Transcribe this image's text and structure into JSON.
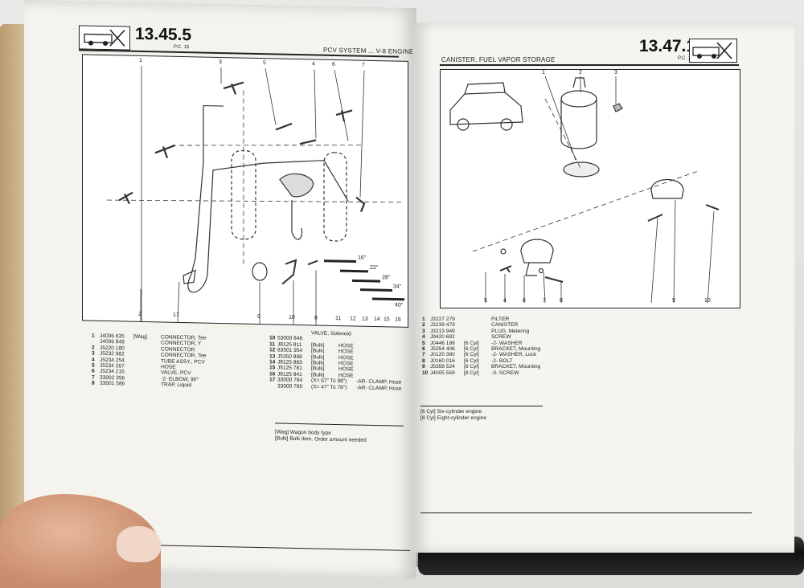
{
  "left_page": {
    "page_number": "13.45.5",
    "page_sub": "P.C. 15",
    "section_title": "PCV SYSTEM ... V-8 ENGINE",
    "callouts_top": [
      "1",
      "3",
      "5",
      "4",
      "6",
      "7"
    ],
    "callouts_bottom": [
      "2",
      "17",
      "9",
      "10",
      "8",
      "11",
      "12",
      "13",
      "14",
      "15",
      "16"
    ],
    "hose_lengths": [
      "16\"",
      "22\"",
      "28\"",
      "34\"",
      "40\""
    ],
    "parts_left": [
      {
        "num": "1",
        "part": "J4006 635",
        "note": "[Wag]",
        "desc": "CONNECTOR, Tee"
      },
      {
        "num": "",
        "part": "J4006 848",
        "note": "",
        "desc": "CONNECTOR, Y"
      },
      {
        "num": "2",
        "part": "J5220 180",
        "note": "",
        "desc": "CONNECTOR"
      },
      {
        "num": "3",
        "part": "J5232 982",
        "note": "",
        "desc": "CONNECTOR, Tee"
      },
      {
        "num": "4",
        "part": "J5234 254",
        "note": "",
        "desc": "TUBE ASSY., PCV"
      },
      {
        "num": "5",
        "part": "J5234 267",
        "note": "",
        "desc": "HOSE"
      },
      {
        "num": "6",
        "part": "J5234 216",
        "note": "",
        "desc": "VALVE, PCV"
      },
      {
        "num": "7",
        "part": "33002 356",
        "note": "",
        "desc": "-2- ELBOW, 90°"
      },
      {
        "num": "8",
        "part": "33001 586",
        "note": "",
        "desc": "TRAP, Liquid"
      }
    ],
    "parts_right_header": "VALVE, Solenoid",
    "parts_right": [
      {
        "num": "10",
        "part": "53000 848",
        "note": "",
        "desc": ""
      },
      {
        "num": "11",
        "part": "J8125 811",
        "note": "[Bulk]",
        "desc": "HOSE"
      },
      {
        "num": "12",
        "part": "83501 954",
        "note": "[Bulk]",
        "desc": "HOSE"
      },
      {
        "num": "13",
        "part": "J5350 898",
        "note": "[Bulk]",
        "desc": "HOSE"
      },
      {
        "num": "14",
        "part": "J8125 883",
        "note": "[Bulk]",
        "desc": "HOSE"
      },
      {
        "num": "15",
        "part": "J5125 781",
        "note": "[Bulk]",
        "desc": "HOSE"
      },
      {
        "num": "16",
        "part": "J8125 841",
        "note": "[Bulk]",
        "desc": "HOSE"
      },
      {
        "num": "17",
        "part": "33000 784",
        "note": "(X= 67\" To 98\")",
        "desc": "-AR- CLAMP, Hose"
      },
      {
        "num": "",
        "part": "33000 785",
        "note": "(X= 47\" To 78\")",
        "desc": "-AR- CLAMP, Hose"
      }
    ],
    "footnotes": [
      "[Wag] Wagon body type",
      "[Bulk] Bulk item.  Order amount needed"
    ]
  },
  "right_page": {
    "page_number": "13.47.1",
    "page_sub": "P.C. 15",
    "section_title": "CANISTER, FUEL VAPOR STORAGE",
    "callouts_top": [
      "1",
      "2",
      "3"
    ],
    "callouts_bottom": [
      "5",
      "4",
      "6",
      "7",
      "8",
      "9",
      "10"
    ],
    "parts": [
      {
        "num": "1",
        "part": "J3227 279",
        "note": "",
        "desc": "FILTER"
      },
      {
        "num": "2",
        "part": "J3239 479",
        "note": "",
        "desc": "CANISTER"
      },
      {
        "num": "3",
        "part": "J3213 949",
        "note": "",
        "desc": "PLUG, Metering"
      },
      {
        "num": "4",
        "part": "J9420 682",
        "note": "",
        "desc": "SCREW"
      },
      {
        "num": "5",
        "part": "J0446 188",
        "note": "[6 Cyl]",
        "desc": "-2- WASHER"
      },
      {
        "num": "6",
        "part": "J5354 406",
        "note": "[6 Cyl]",
        "desc": "BRACKET, Mounting"
      },
      {
        "num": "7",
        "part": "J0120 380",
        "note": "[6 Cyl]",
        "desc": "-2- WASHER, Lock"
      },
      {
        "num": "8",
        "part": "J0160 016",
        "note": "[6 Cyl]",
        "desc": "-2- BOLT"
      },
      {
        "num": "9",
        "part": "J5358 524",
        "note": "[8 Cyl]",
        "desc": "BRACKET, Mounting"
      },
      {
        "num": "10",
        "part": "J4005 559",
        "note": "[8 Cyl]",
        "desc": "-3- SCREW"
      }
    ],
    "footnotes": [
      "[6 Cyl] Six-cylinder engine",
      "[8 Cyl] Eight-cylinder engine"
    ]
  },
  "colors": {
    "paper": "#f4f3ee",
    "ink": "#222222",
    "desk": "#dcdcd9"
  }
}
